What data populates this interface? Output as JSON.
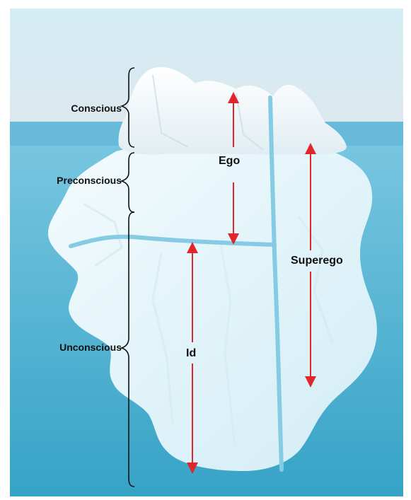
{
  "diagram": {
    "levels": [
      {
        "label": "Conscious"
      },
      {
        "label": "Preconscious"
      },
      {
        "label": "Unconscious"
      }
    ],
    "structures": {
      "ego": "Ego",
      "superego": "Superego",
      "id": "Id"
    },
    "colors": {
      "sky_top": "#d7eef5",
      "sky_bottom": "#dbe9ef",
      "water_top": "#7cc7e2",
      "water_bottom": "#3ba7c8",
      "iceberg": "#edf8fb",
      "divider": "#86cbe4",
      "arrow": "#e0262b",
      "brace": "#111111"
    }
  }
}
